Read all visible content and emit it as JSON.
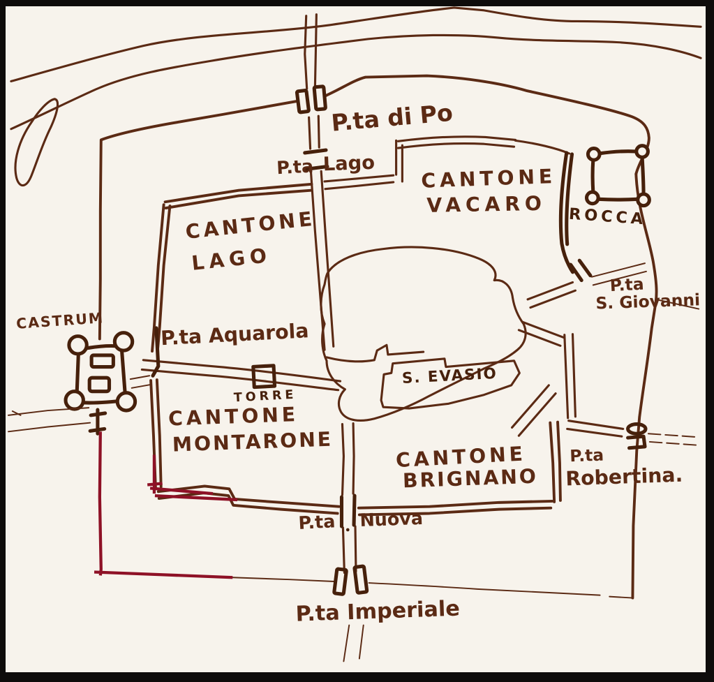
{
  "colors": {
    "paper": "#f7f3ec",
    "ink": "#5b2a14",
    "ink_dark": "#46200b",
    "route_red": "#8e1126",
    "frame": "#0e0c0b"
  },
  "labels": {
    "pta_di_po": "P.ta di Po",
    "pta_lago_prefix": "P.ta",
    "pta_lago": "Lago",
    "cantone_vacaro_1": "CANTONE",
    "cantone_vacaro_2": "VACARO",
    "rocca": "ROCCA",
    "cantone_lago_1": "CANTONE",
    "cantone_lago_2": "LAGO",
    "pta_s_giovanni_prefix": "P.ta",
    "pta_s_giovanni": "S. Giovanni",
    "castrum": "CASTRUM",
    "pta_aquarola": "P.ta Aquarola",
    "torre": "TORRE",
    "s_evasio": "S. EVASIO",
    "cantone_montarone_1": "CANTONE",
    "cantone_montarone_2": "MONTARONE",
    "cantone_brignano_1": "CANTONE",
    "cantone_brignano_2": "BRIGNANO",
    "pta_robertina_prefix": "P.ta",
    "pta_robertina": "Robertina.",
    "pta_nuova_prefix": "P.ta",
    "pta_nuova": "Nuova",
    "pta_imperiale": "P.ta Imperiale"
  }
}
